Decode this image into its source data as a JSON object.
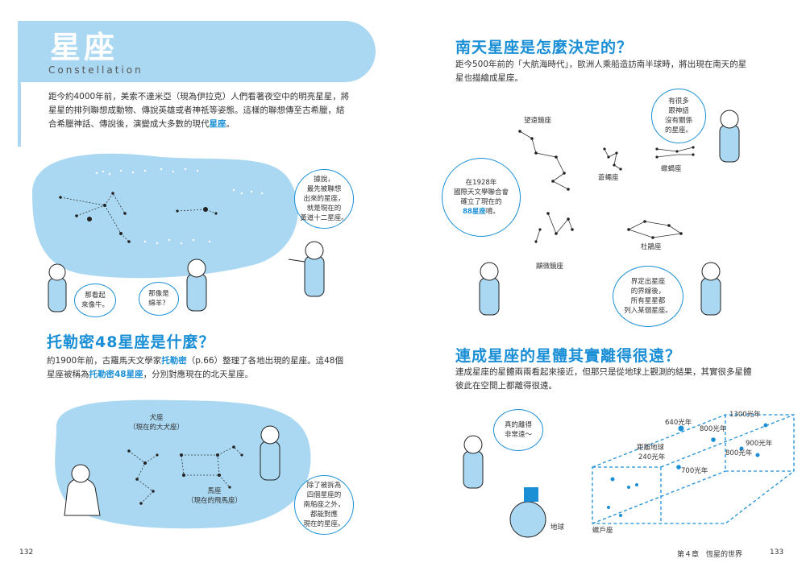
{
  "left_page": {
    "title": "星座",
    "subtitle": "Constellation",
    "intro": [
      "距今約4000年前，美索不達米亞（現為伊拉克）人們看著夜空中的明亮星星，將",
      "星星的排列聯想成動物、傳說英雄或者神祇等姿態。這樣的聯想傳至古希臘，結",
      "合希臘神話、傳說後，演變成大多數的現代"
    ],
    "intro_highlight": "星座",
    "intro_end": "。",
    "bubble_zodiac": [
      "據說，",
      "最先被聯想",
      "出來的星座，",
      "就是現在的",
      "黃道十二星座。"
    ],
    "bubble_cow": [
      "那看起",
      "來像牛。"
    ],
    "bubble_goat": [
      "那像是",
      "綿羊？"
    ],
    "section2_title": "托勒密48星座是什麼？",
    "section2_line1_a": "約1900年前，古羅馬天文學家",
    "section2_line1_hl": "托勒密",
    "section2_line1_b": "（p.66）整理了各地出現的星座。這48個",
    "section2_line2_a": "星座被稱為",
    "section2_line2_hl": "托勒密48星座",
    "section2_line2_b": "，分別對應現在的北天星座。",
    "label_dog": [
      "犬座",
      "（現在的大犬座）"
    ],
    "label_horse": [
      "馬座",
      "（現在的飛馬座）"
    ],
    "bubble_south": [
      "除了被拆為",
      "四個星座的",
      "南船座之外，",
      "都能對應",
      "現在的星座。"
    ],
    "page_number": "132"
  },
  "right_page": {
    "section1_title": "南天星座是怎麼決定的？",
    "section1_text": [
      "距今500年前的「大航海時代」，歐洲人乘船造訪南半球時，將出現在南天的星",
      "星也描繪成星座。"
    ],
    "label_telescopium": "望遠鏡座",
    "label_musca": "蒼蠅座",
    "label_scorpius": "蠍蝎座",
    "label_microscopium": "顯微鏡座",
    "label_crane": "杜鵑座",
    "bubble_myth": [
      "有很多",
      "跟神話",
      "沒有關係",
      "的星座。"
    ],
    "bubble_iau": [
      "在1928年",
      "國際天文學聯合會",
      "確立了現在的"
    ],
    "bubble_iau_hl": "88星座",
    "bubble_iau_end": "唷。",
    "bubble_boundary": [
      "界定出星座",
      "的界線後，",
      "所有星星都",
      "列入某個星座。"
    ],
    "section2_title": "連成星座的星體其實離得很遠？",
    "section2_text": [
      "連成星座的星體兩兩看起來接近，但那只是從地球上觀測的結果，其實很多星體",
      "彼此在空間上都離得很遠。"
    ],
    "bubble_far": [
      "真的離得",
      "非常遠～"
    ],
    "distances": [
      "1300光年",
      "640光年",
      "800光年",
      "900光年",
      "距離地球",
      "240光年",
      "800光年",
      "700光年"
    ],
    "label_earth": "地球",
    "label_cassiopeia": "蠍戶座",
    "footer_chapter": "第４章　恆星的世界",
    "page_number": "133"
  },
  "colors": {
    "accent": "#1a8fd6",
    "light": "#aad8f2"
  }
}
